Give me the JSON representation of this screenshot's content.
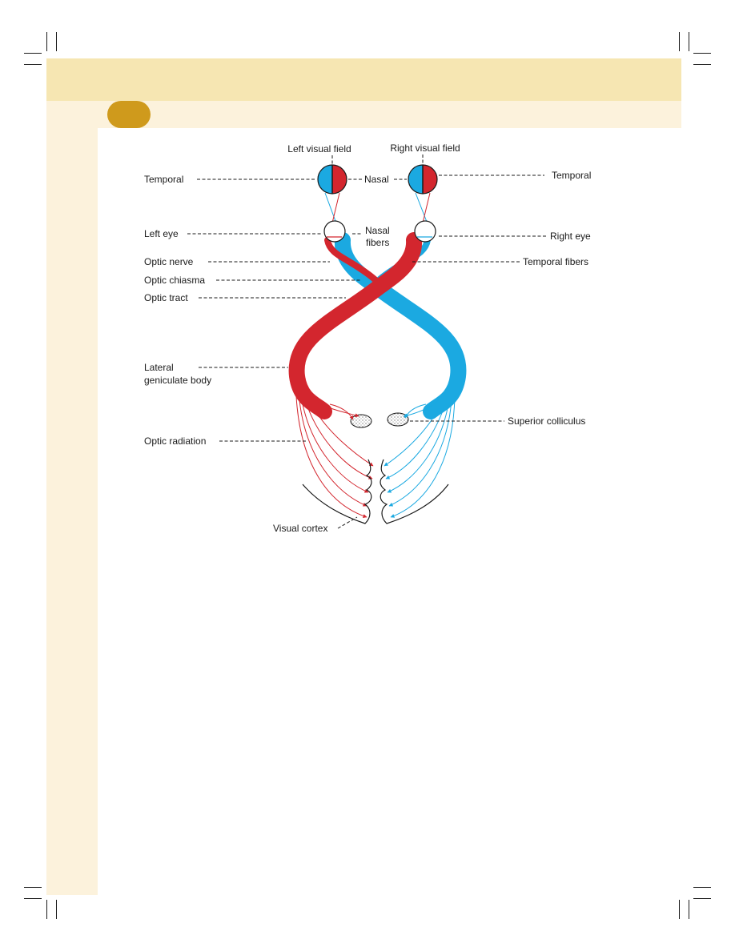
{
  "colors": {
    "header_band": "#f6e6b2",
    "page_tint": "#fcf2dc",
    "chapter_badge": "#cf9a1c",
    "left_pathway": "#d3262e",
    "right_pathway": "#1ba9e1",
    "line": "#1a1a1a"
  },
  "diagram": {
    "labels": {
      "left_visual_field": "Left visual field",
      "right_visual_field": "Right visual field",
      "temporal_left": "Temporal",
      "nasal": "Nasal",
      "temporal_right": "Temporal",
      "left_eye": "Left eye",
      "nasal_fibers_line1": "Nasal",
      "nasal_fibers_line2": "fibers",
      "right_eye": "Right eye",
      "optic_nerve": "Optic nerve",
      "temporal_fibers": "Temporal fibers",
      "optic_chiasma": "Optic chiasma",
      "optic_tract": "Optic tract",
      "lateral_geniculate_line1": "Lateral",
      "lateral_geniculate_line2": "geniculate body",
      "superior_colliculus": "Superior colliculus",
      "optic_radiation": "Optic radiation",
      "visual_cortex": "Visual cortex"
    }
  }
}
